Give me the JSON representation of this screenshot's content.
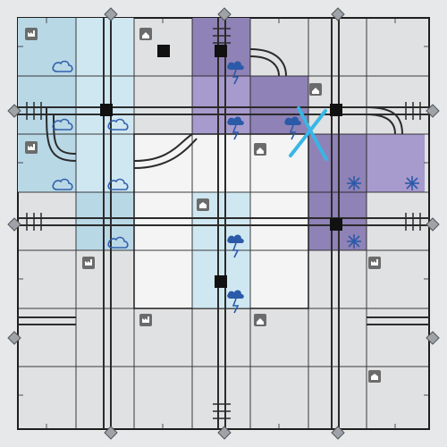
{
  "board": {
    "title": "",
    "grid_size": 7,
    "colors": {
      "bg_outer": "#e7e8ea",
      "cell_base": "#e0e1e3",
      "cell_light": "#f4f4f5",
      "light_blue": "#b9d8e6",
      "light_blue_alt": "#cfe7f1",
      "purple": "#8f82b6",
      "purple_light": "#a79acc",
      "track": "#2b2b2b",
      "station": "#111111",
      "icon_blue": "#2b5aa8",
      "blue_x": "#39b6e6",
      "grid_line": "#1e1e1e"
    },
    "regions": [
      {
        "name": "ice-region-top-left",
        "type": "light_blue"
      },
      {
        "name": "ice-region-center",
        "type": "light_blue"
      },
      {
        "name": "storm-region-top-center",
        "type": "purple"
      },
      {
        "name": "snow-region-right",
        "type": "purple"
      }
    ],
    "icons": [
      {
        "name": "factory-icon-top-left",
        "kind": "factory"
      },
      {
        "name": "house-icon-top-center",
        "kind": "house"
      },
      {
        "name": "house-icon-top-right",
        "kind": "house"
      },
      {
        "name": "house-icon-center",
        "kind": "house"
      },
      {
        "name": "factory-icon-left-mid",
        "kind": "factory"
      },
      {
        "name": "mine-icon-center",
        "kind": "mine"
      },
      {
        "name": "factory-icon-left-low",
        "kind": "factory"
      },
      {
        "name": "factory-icon-bottom-left",
        "kind": "factory"
      },
      {
        "name": "house-icon-bottom-center",
        "kind": "house"
      },
      {
        "name": "factory-icon-right-mid",
        "kind": "factory"
      },
      {
        "name": "house-icon-right-mid",
        "kind": "house"
      },
      {
        "name": "mine-icon-bottom-right",
        "kind": "mine"
      }
    ]
  }
}
